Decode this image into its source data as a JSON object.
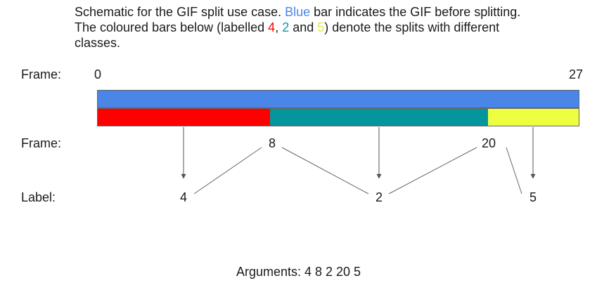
{
  "caption": {
    "line1_a": "Schematic for the GIF split use case. ",
    "line1_blue": "Blue",
    "line1_b": " bar indicates the GIF before splitting.",
    "line2_a": "The coloured bars below (labelled ",
    "label_4": "4",
    "comma": ", ",
    "label_2": "2",
    "and": " and ",
    "label_5": "5",
    "line2_b": ") denote the splits with different",
    "line3": "classes."
  },
  "rows": {
    "frame_label_top": "Frame:",
    "frame_label_mid": "Frame:",
    "label_row": "Label:"
  },
  "frames": {
    "start": "0",
    "end": "27",
    "split_1": "8",
    "split_2": "20"
  },
  "labels": {
    "first": "4",
    "second": "2",
    "third": "5"
  },
  "colors": {
    "full_gif": "#4a86e8",
    "class_4": "#ff0000",
    "class_2": "#05959c",
    "class_5": "#eeff41"
  },
  "arguments": "Arguments: 4 8 2 20 5"
}
